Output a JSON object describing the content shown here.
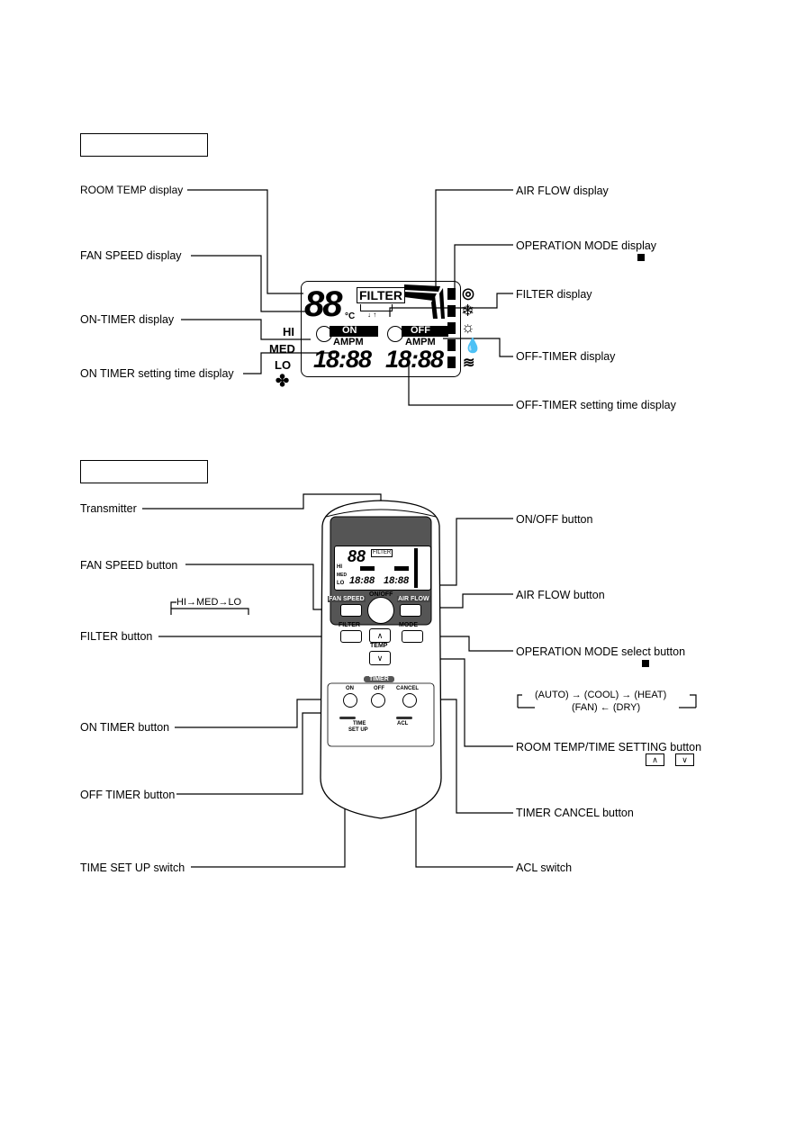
{
  "display_labels": {
    "room_temp": "ROOM TEMP display",
    "fan_speed": "FAN SPEED display",
    "on_timer": "ON-TIMER display",
    "on_timer_setting": "ON TIMER setting time display",
    "air_flow": "AIR FLOW display",
    "operation_mode": "OPERATION MODE display",
    "filter": "FILTER display",
    "off_timer": "OFF-TIMER display",
    "off_timer_setting": "OFF-TIMER setting time display"
  },
  "lcd": {
    "temp_digits": "88",
    "temp_unit": "°C",
    "filter": "FILTER",
    "on": "ON",
    "off": "OFF",
    "ampm": "AMPM",
    "time_on": "18:88",
    "time_off": "18:88",
    "hi": "HI",
    "med": "MED",
    "lo": "LO"
  },
  "remote_labels": {
    "transmitter": "Transmitter",
    "fan_speed_button": "FAN SPEED button",
    "fan_sequence": "HI→MED→LO",
    "filter_button": "FILTER button",
    "on_timer_button": "ON TIMER button",
    "off_timer_button": "OFF TIMER button",
    "time_set_up_switch": "TIME SET UP switch",
    "on_off_button": "ON/OFF button",
    "air_flow_button": "AIR FLOW button",
    "operation_mode_button": "OPERATION MODE select button",
    "mode_sequence_top": "(AUTO) →  (COOL) →  (HEAT)",
    "mode_sequence_bottom": "(FAN) ←  (DRY)",
    "room_temp_time_button": "ROOM TEMP/TIME SETTING button",
    "timer_cancel_button": "TIMER CANCEL button",
    "acl_switch": "ACL switch"
  },
  "remote_keys": {
    "fan_speed": "FAN SPEED",
    "on_off": "ON/OFF",
    "air_flow": "AIR FLOW",
    "filter": "FILTER",
    "mode": "MODE",
    "temp": "TEMP",
    "timer": "TIMER",
    "on": "ON",
    "off": "OFF",
    "cancel": "CANCEL",
    "time_set_up_1": "TIME",
    "time_set_up_2": "SET UP",
    "acl": "ACL"
  }
}
